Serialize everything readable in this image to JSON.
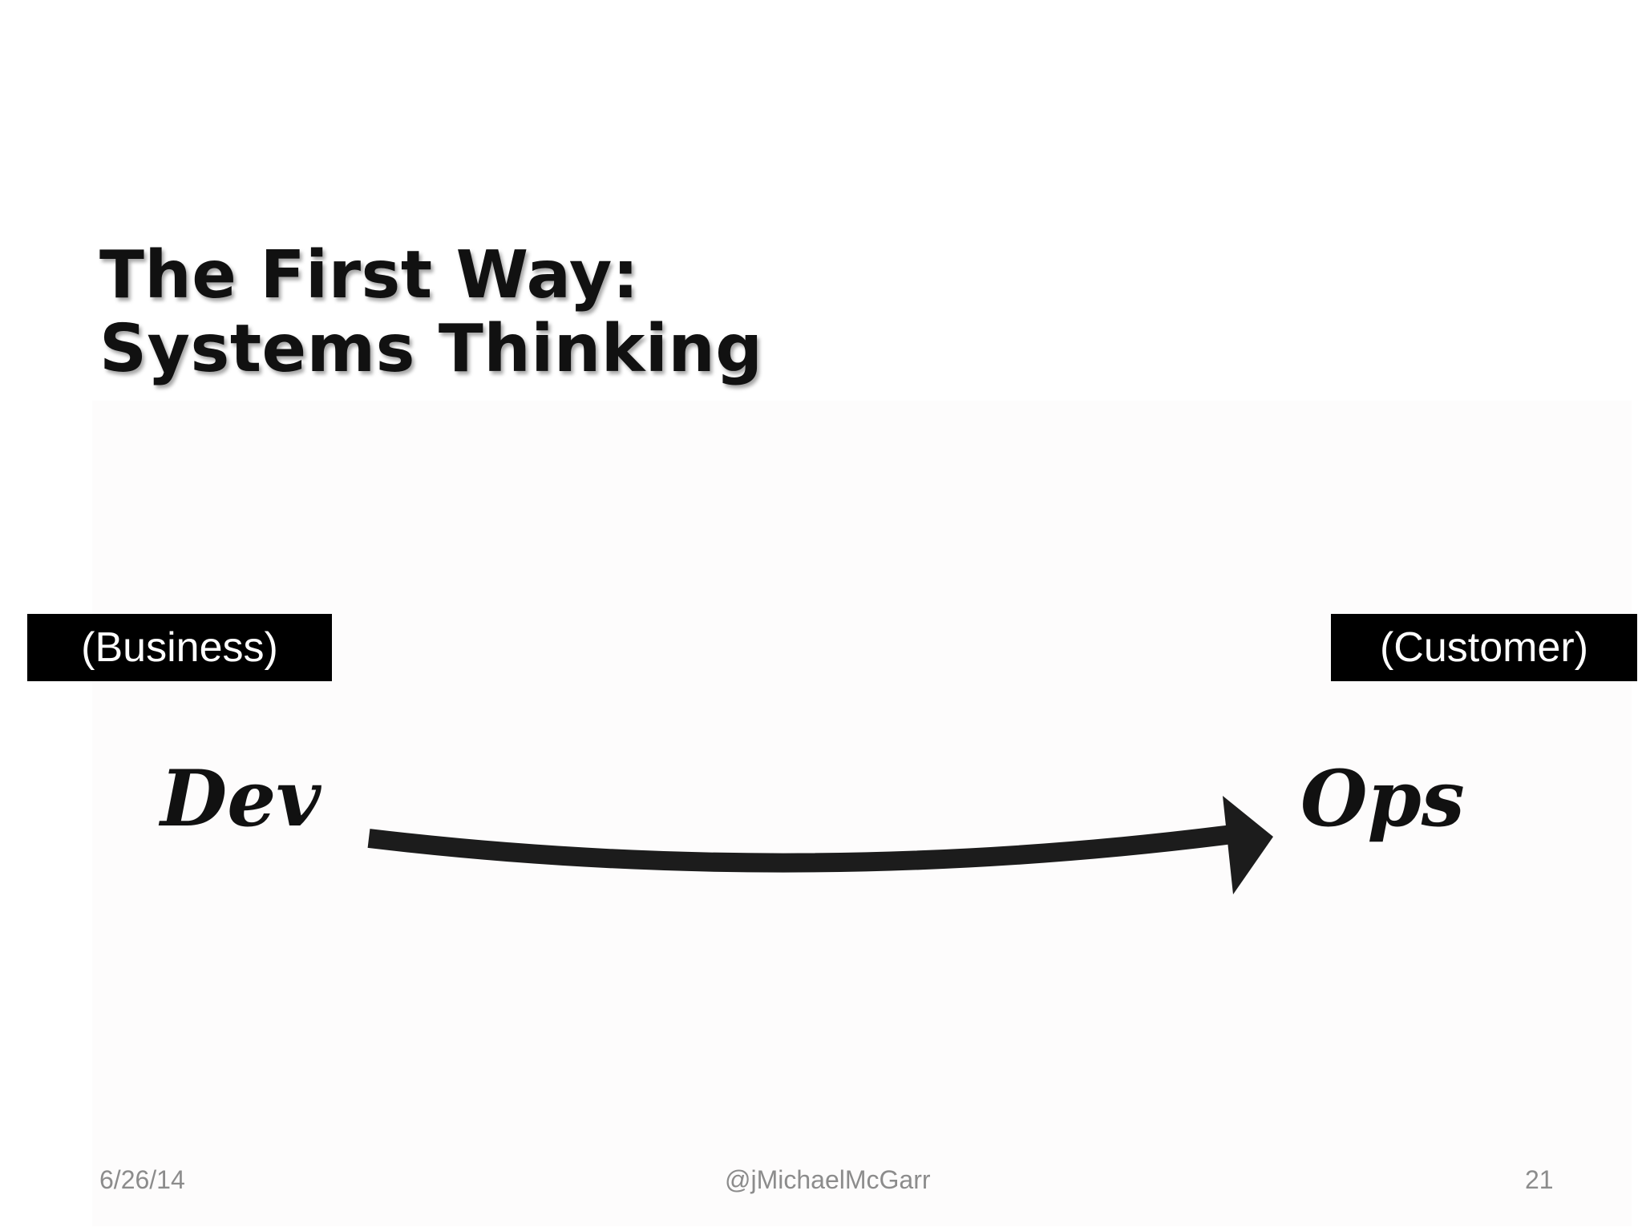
{
  "slide": {
    "title_line1": "The First Way:",
    "title_line2": "Systems Thinking"
  },
  "diagram": {
    "left_tag": "(Business)",
    "right_tag": "(Customer)",
    "left_word": "Dev",
    "right_word": "Ops",
    "arrow_direction": "left-to-right"
  },
  "footer": {
    "date": "6/26/14",
    "handle": "@jMichaelMcGarr",
    "page_number": "21"
  },
  "colors": {
    "text": "#111111",
    "tag_background": "#000000",
    "tag_text": "#ffffff",
    "footer_text": "#8c8c8c"
  }
}
